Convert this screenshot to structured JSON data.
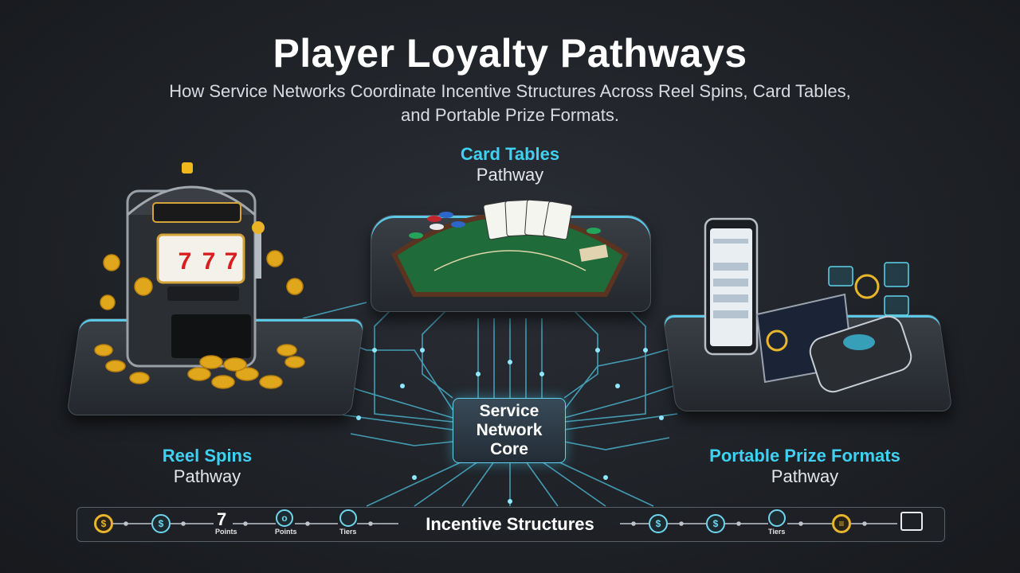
{
  "header": {
    "title": "Player Loyalty Pathways",
    "subtitle": "How Service Networks Coordinate Incentive Structures Across Reel Spins, Card Tables, and Portable Prize Formats."
  },
  "pathways": {
    "cards": {
      "name": "Card Tables",
      "sub": "Pathway"
    },
    "reels": {
      "name": "Reel Spins",
      "sub": "Pathway"
    },
    "prize": {
      "name": "Portable Prize Formats",
      "sub": "Pathway"
    }
  },
  "core": {
    "label": "Service Network Core"
  },
  "incentive_bar": {
    "label": "Incentive Structures",
    "left_tokens": [
      "coin-icon",
      "dollar-coin-icon",
      "seven-icon",
      "points-icon",
      "tiers-icon"
    ],
    "left_labels": {
      "seven_points": "Points",
      "points": "Points",
      "tiers": "Tiers"
    },
    "slot_symbol": "7",
    "right_tokens": [
      "dollar-coin-icon",
      "dollar-coin-icon",
      "tiers-icon",
      "coin-icon",
      "certificate-icon"
    ],
    "right_labels": {
      "tiers": "Tiers"
    }
  },
  "colors": {
    "accent_cyan": "#3fd0f2",
    "gold": "#e7b62c",
    "felt_green": "#1f6b3a",
    "background": "#1f2227"
  }
}
